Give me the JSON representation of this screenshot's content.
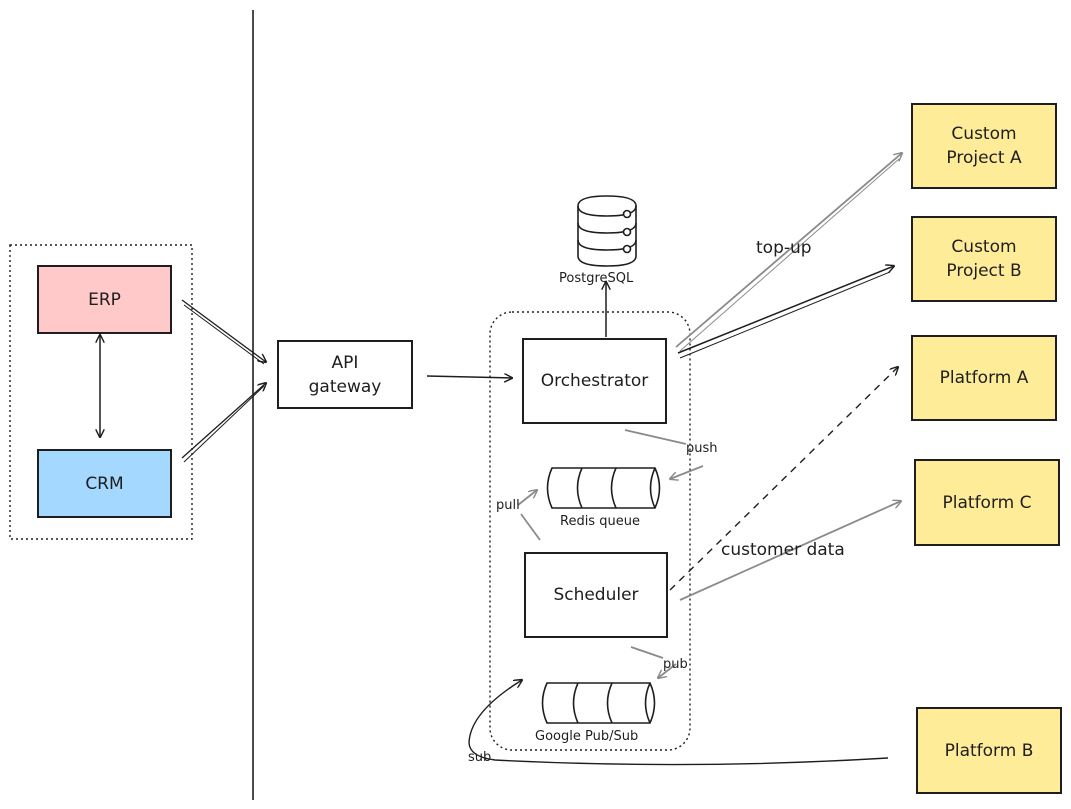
{
  "diagram": {
    "nodes": {
      "erp": "ERP",
      "crm": "CRM",
      "api_gateway": "API\ngateway",
      "orchestrator": "Orchestrator",
      "scheduler": "Scheduler",
      "custom_project_a": "Custom\nProject A",
      "custom_project_b": "Custom\nProject B",
      "platform_a": "Platform A",
      "platform_b": "Platform B",
      "platform_c": "Platform C"
    },
    "stores": {
      "postgres": "PostgreSQL",
      "redis": "Redis queue",
      "pubsub": "Google Pub/Sub"
    },
    "edge_labels": {
      "top_up": "top-up",
      "customer_data": "customer data",
      "push": "push",
      "pull": "pull",
      "pub": "pub",
      "sub": "sub"
    },
    "colors": {
      "erp": "#ffc9c9",
      "crm": "#a5d8ff",
      "external": "#ffec99",
      "stroke": "#1e1e1e",
      "arrow_gray": "#8a8a8a"
    }
  }
}
